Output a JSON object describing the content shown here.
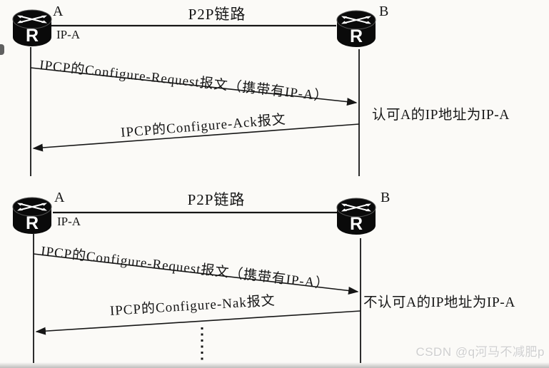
{
  "page": {
    "background": "#fbfaf7",
    "ink": "#1a1a1a"
  },
  "watermark": {
    "text": "CSDN @q河马不减肥p"
  },
  "diagrams": [
    {
      "endpoint_a": {
        "label": "A",
        "ip": "IP-A"
      },
      "endpoint_b": {
        "label": "B"
      },
      "link_title": "P2P链路",
      "messages": [
        {
          "from": "A",
          "to": "B",
          "text": "IPCP的Configure-Request报文（携带有IP-A）"
        },
        {
          "from": "B",
          "to": "A",
          "text": "IPCP的Configure-Ack报文"
        }
      ],
      "annotation": "认可A的IP地址为IP-A"
    },
    {
      "endpoint_a": {
        "label": "A",
        "ip": "IP-A"
      },
      "endpoint_b": {
        "label": "B"
      },
      "link_title": "P2P链路",
      "messages": [
        {
          "from": "A",
          "to": "B",
          "text": "IPCP的Configure-Request报文（携带有IP-A）"
        },
        {
          "from": "B",
          "to": "A",
          "text": "IPCP的Configure-Nak报文"
        }
      ],
      "annotation": "不认可A的IP地址为IP-A",
      "continues": "⋮"
    }
  ]
}
